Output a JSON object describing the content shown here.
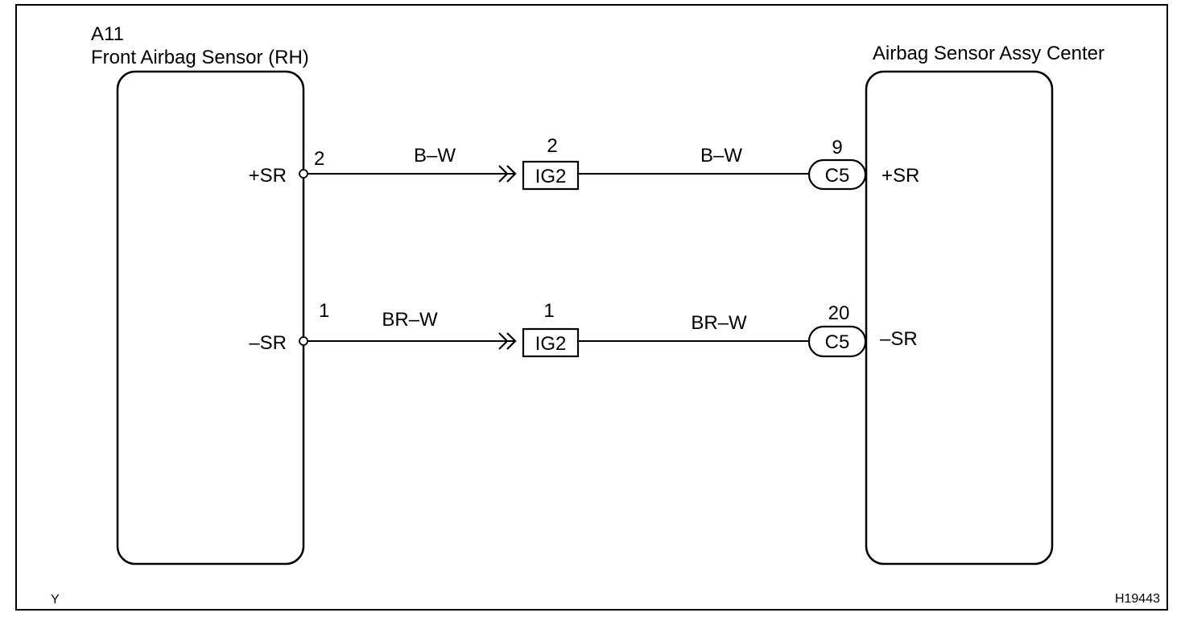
{
  "left_component": {
    "code": "A11",
    "name": "Front Airbag Sensor (RH)",
    "pins": [
      {
        "number": "2",
        "signal": "+SR"
      },
      {
        "number": "1",
        "signal": "–SR"
      }
    ]
  },
  "right_component": {
    "name": "Airbag Sensor Assy Center",
    "pins": [
      {
        "number": "9",
        "connector": "C5",
        "signal": "+SR"
      },
      {
        "number": "20",
        "connector": "C5",
        "signal": "–SR"
      }
    ]
  },
  "junctions": [
    {
      "pin": "2",
      "connector": "IG2"
    },
    {
      "pin": "1",
      "connector": "IG2"
    }
  ],
  "wires": [
    {
      "color_left": "B–W",
      "color_right": "B–W"
    },
    {
      "color_left": "BR–W",
      "color_right": "BR–W"
    }
  ],
  "footer": {
    "left_mark": "Y",
    "figure_id": "H19443"
  }
}
